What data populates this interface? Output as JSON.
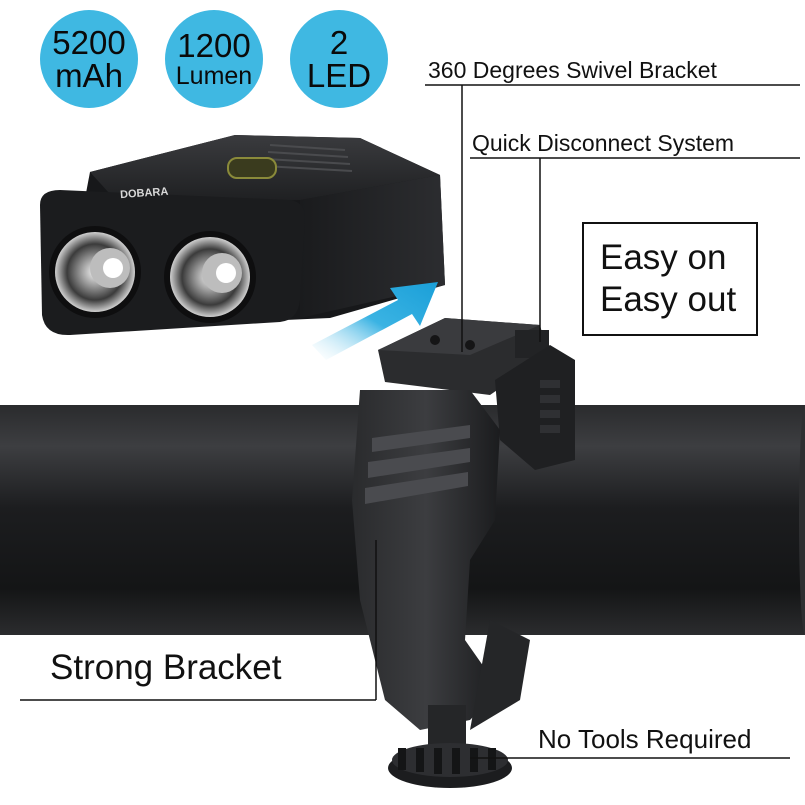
{
  "badges": [
    {
      "line1": "5200",
      "line2": "mAh"
    },
    {
      "line1": "1200",
      "line2": "Lumen"
    },
    {
      "line1": "2",
      "line2": "LED"
    }
  ],
  "callouts": {
    "swivel": "360 Degrees Swivel Bracket",
    "quick_disconnect": "Quick Disconnect System",
    "easy_line1": "Easy on",
    "easy_line2": "Easy out",
    "strong_bracket": "Strong Bracket",
    "no_tools": "No Tools Required"
  },
  "colors": {
    "badge_fill": "#3fb8e2",
    "arrow": "#3ab3e3",
    "product_body": "#1e1f21",
    "lens_ring": "#c9c9c9"
  },
  "product": {
    "logo_text": "DOBARA"
  }
}
